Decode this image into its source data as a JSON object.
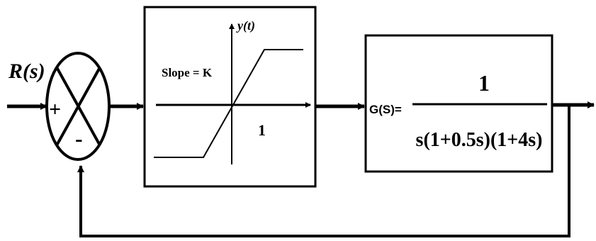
{
  "input_label": "R(s)",
  "summing_junction": {
    "plus_sign": "+",
    "minus_sign": "-"
  },
  "saturation_block": {
    "y_axis_label": "y(t)",
    "slope_label": "Slope = K",
    "x_marker_label": "1"
  },
  "plant_block": {
    "prefix": "G(S)=",
    "numerator": "1",
    "denominator": "s(1+0.5s)(1+4s)"
  }
}
